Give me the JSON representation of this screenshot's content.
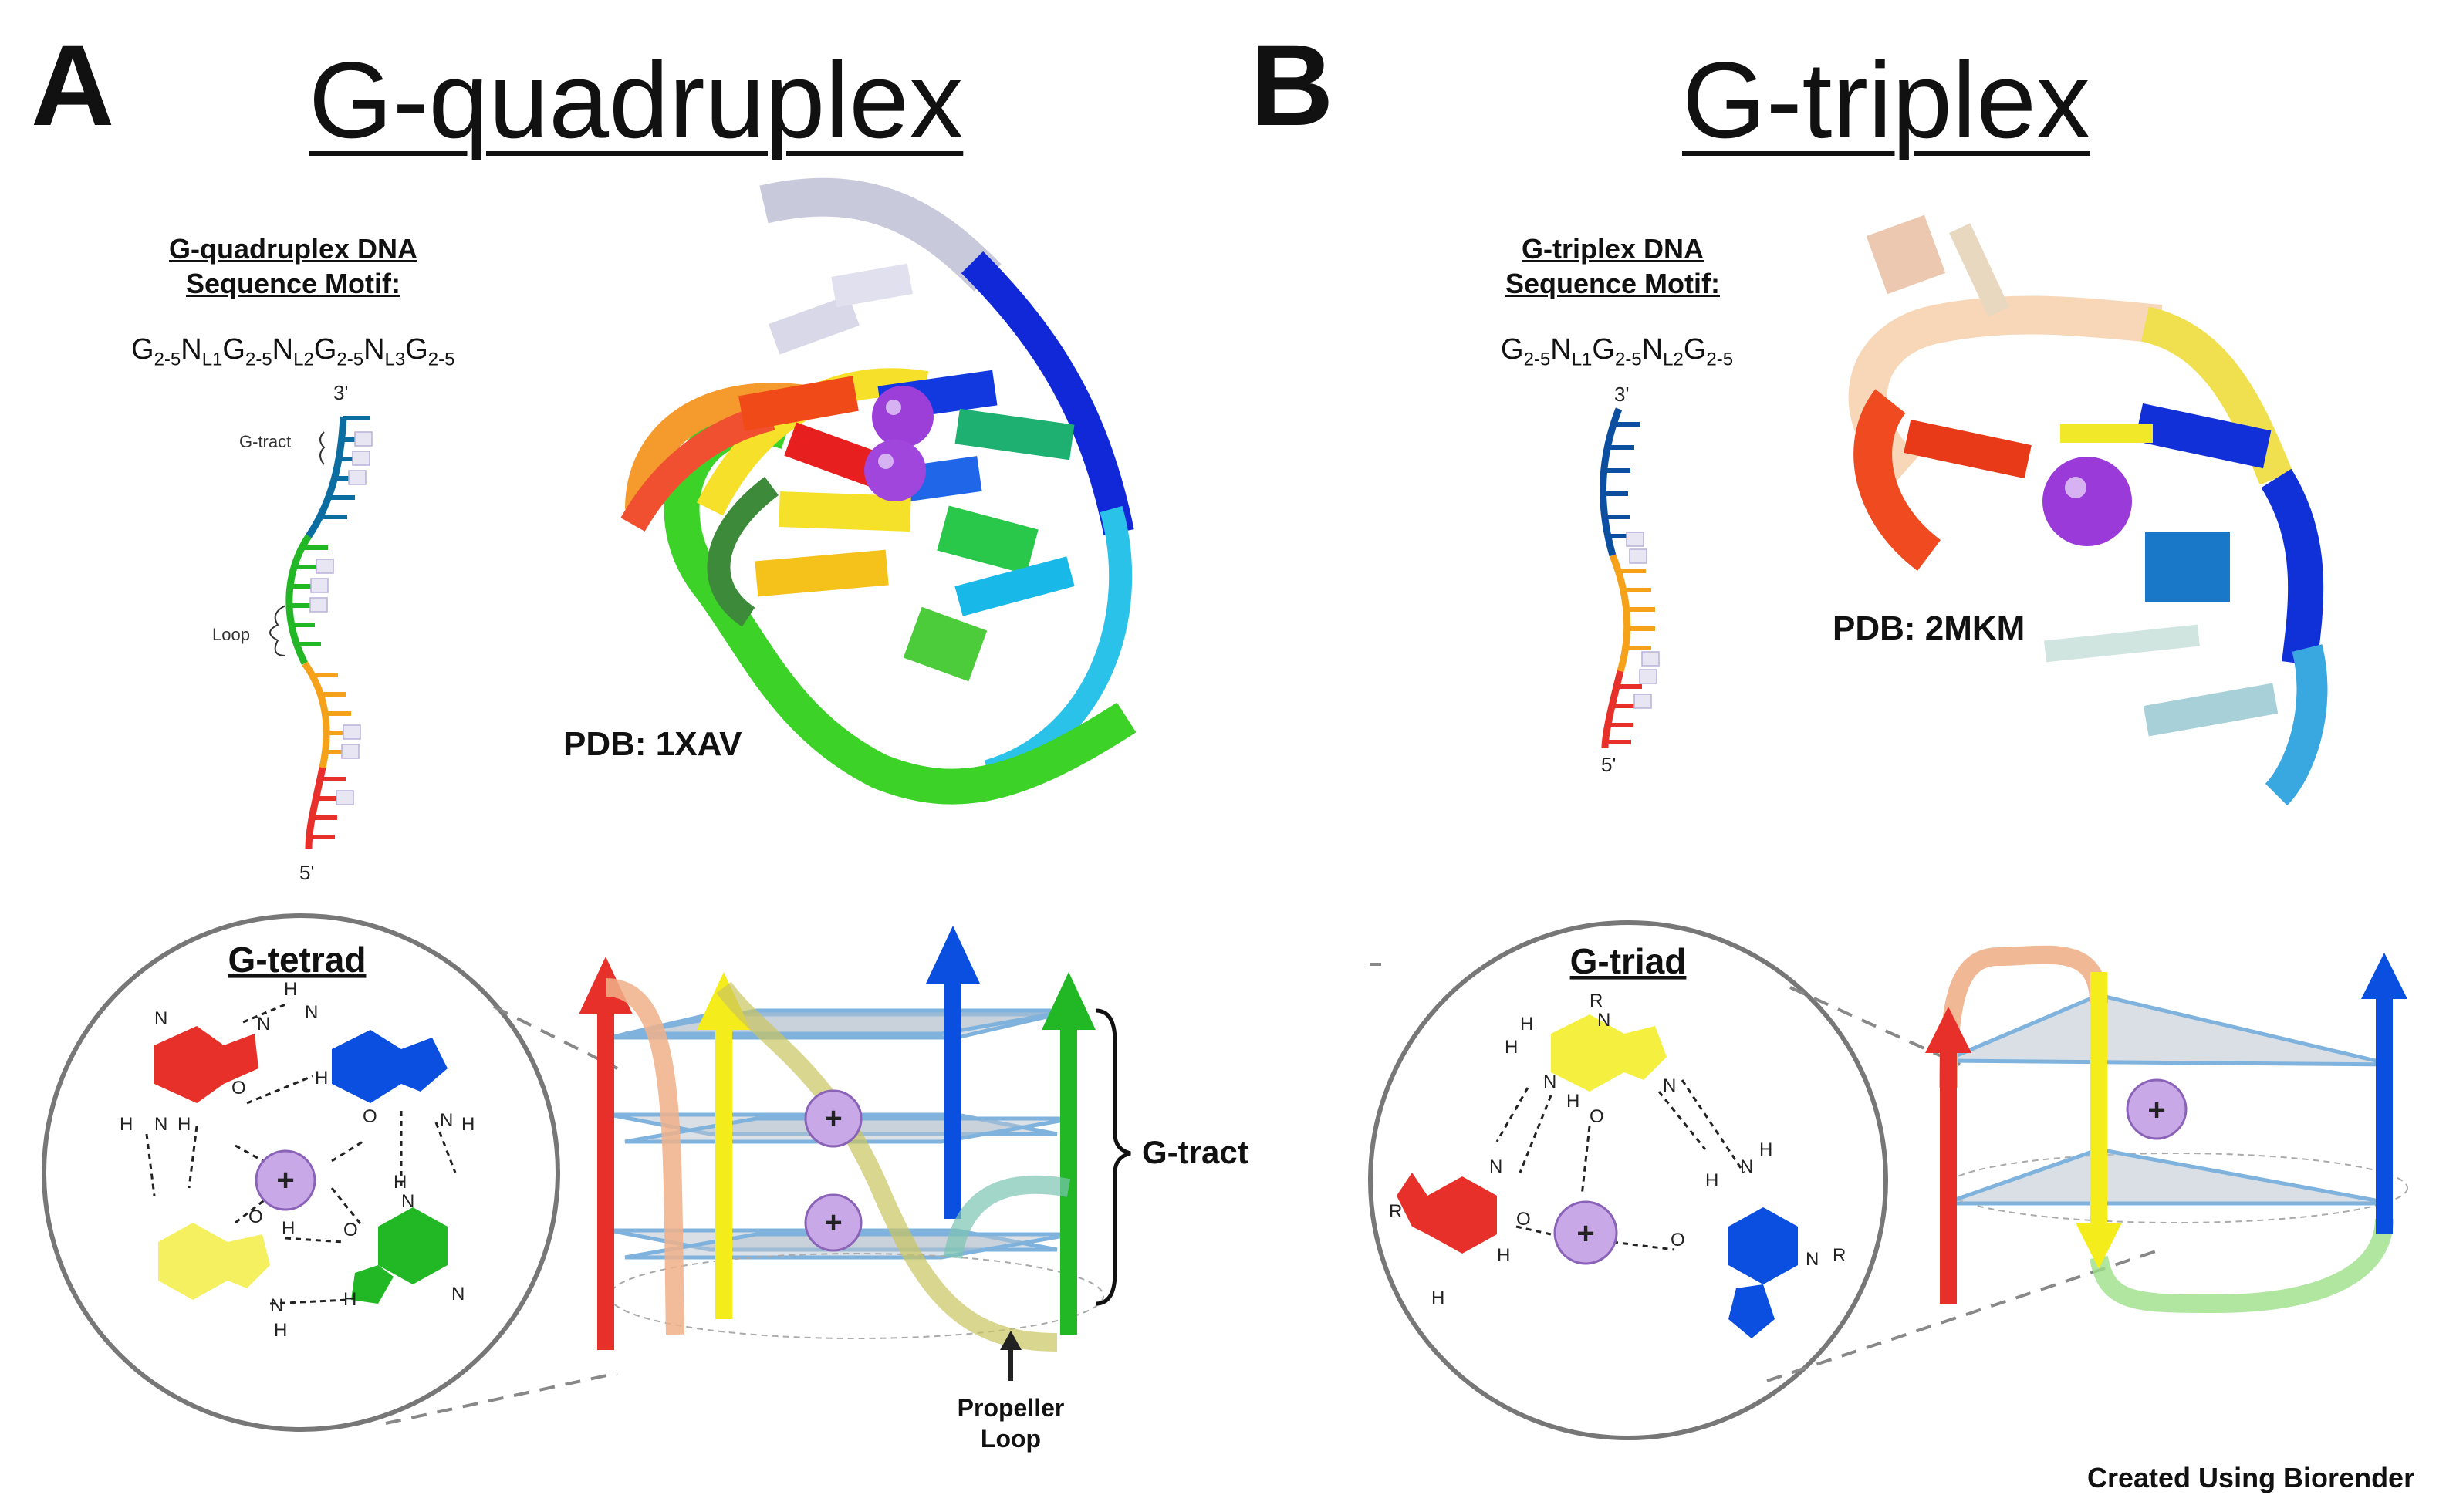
{
  "panel_a": {
    "letter": "A",
    "title": "G-quadruplex",
    "motif_title": "G-quadruplex DNA\nSequence Motif:",
    "motif_parts": [
      {
        "base": "G",
        "sub": "2-5"
      },
      {
        "base": "N",
        "sub": "L1"
      },
      {
        "base": "G",
        "sub": "2-5"
      },
      {
        "base": "N",
        "sub": "L2"
      },
      {
        "base": "G",
        "sub": "2-5"
      },
      {
        "base": "N",
        "sub": "L3"
      },
      {
        "base": "G",
        "sub": "2-5"
      }
    ],
    "strand_labels": {
      "three_prime": "3'",
      "five_prime": "5'",
      "gtract": "G-tract",
      "loop": "Loop",
      "base": "G"
    },
    "pdb": "PDB: 1XAV",
    "tetrad_title": "G-tetrad",
    "gtract_label": "G-tract",
    "propeller_label": "Propeller\nLoop",
    "plus": "+"
  },
  "panel_b": {
    "letter": "B",
    "title": "G-triplex",
    "motif_title": "G-triplex DNA\nSequence Motif:",
    "motif_parts": [
      {
        "base": "G",
        "sub": "2-5"
      },
      {
        "base": "N",
        "sub": "L1"
      },
      {
        "base": "G",
        "sub": "2-5"
      },
      {
        "base": "N",
        "sub": "L2"
      },
      {
        "base": "G",
        "sub": "2-5"
      }
    ],
    "strand_labels": {
      "three_prime": "3'",
      "five_prime": "5'"
    },
    "pdb": "PDB: 2MKM",
    "triad_title": "G-triad",
    "plus": "+"
  },
  "credit": "Created Using Biorender",
  "atom_labels": {
    "N": "N",
    "H": "H",
    "O": "O",
    "R": "R"
  },
  "colors": {
    "red": "#e8302a",
    "orange": "#f5a21a",
    "yellow": "#f5ec1c",
    "green": "#22b825",
    "blue": "#0a4fe0",
    "teal": "#0c6ea0",
    "purple": "#a35ad6",
    "ion": "#c9a8e8",
    "plane": "#b9c4d0",
    "planeEdge": "#7fb3dd"
  }
}
